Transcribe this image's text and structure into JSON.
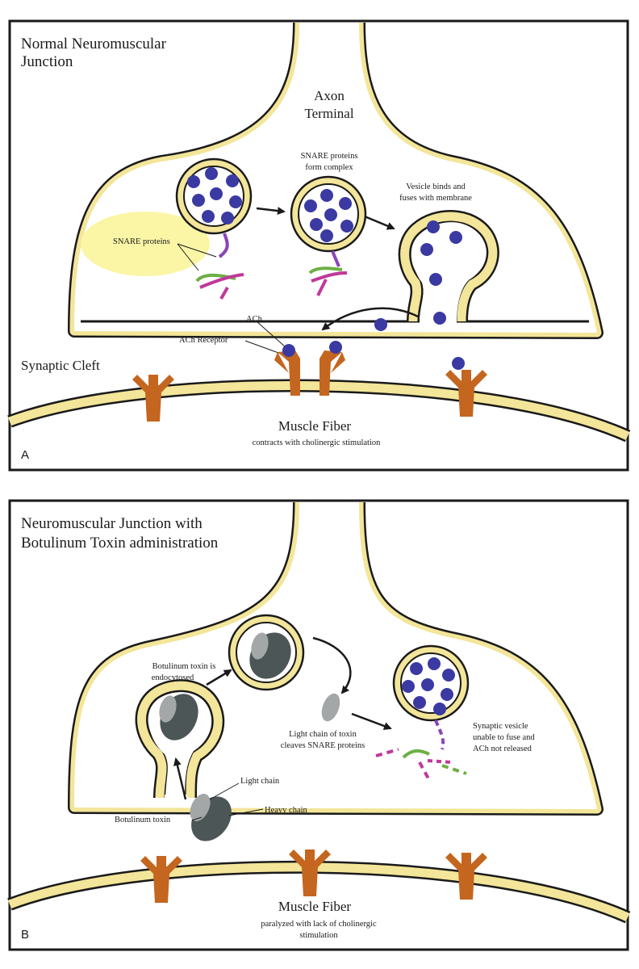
{
  "colors": {
    "membrane_fill": "#f3e599",
    "outline": "#1a1a1a",
    "ach": "#3b3aa3",
    "receptor": "#c4661f",
    "snare_magenta": "#c0389a",
    "snare_green": "#6eaf45",
    "snare_purple": "#8a45b8",
    "highlight": "#fbf6a6",
    "toxin_dark": "#4d5656",
    "toxin_light": "#a4a7a7"
  },
  "panel_a": {
    "letter": "A",
    "title_line1": "Normal Neuromuscular",
    "title_line2": "Junction",
    "axon_line1": "Axon",
    "axon_line2": "Terminal",
    "snare_complex_line1": "SNARE proteins",
    "snare_complex_line2": "form complex",
    "vesicle_fuse_line1": "Vesicle binds and",
    "vesicle_fuse_line2": "fuses with membrane",
    "snare_proteins": "SNARE proteins",
    "ach": "ACh",
    "ach_receptor": "ACh Receptor",
    "synaptic_cleft": "Synaptic Cleft",
    "muscle_fiber": "Muscle Fiber",
    "muscle_sub": "contracts with cholinergic stimulation"
  },
  "panel_b": {
    "letter": "B",
    "title_line1": "Neuromuscular Junction with",
    "title_line2": "Botulinum Toxin administration",
    "endocytosed_line1": "Botulinum toxin is",
    "endocytosed_line2": "endocytosed",
    "light_chain_cleaves_line1": "Light chain of toxin",
    "light_chain_cleaves_line2": "cleaves SNARE proteins",
    "unable_line1": "Synaptic vesicle",
    "unable_line2": "unable to fuse and",
    "unable_line3": "ACh not released",
    "light_chain": "Light chain",
    "heavy_chain": "Heavy chain",
    "botulinum_toxin": "Botulinum toxin",
    "muscle_fiber": "Muscle Fiber",
    "muscle_sub_line1": "paralyzed with lack of cholinergic",
    "muscle_sub_line2": "stimulation"
  }
}
